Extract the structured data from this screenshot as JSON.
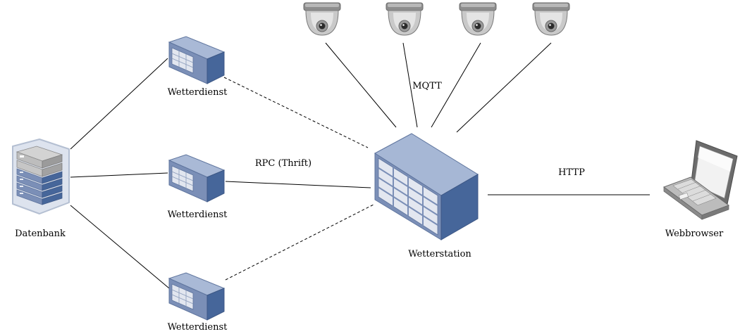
{
  "nodes": {
    "datenbank": {
      "label": "Datenbank"
    },
    "wetterdienst_top": {
      "label": "Wetterdienst"
    },
    "wetterdienst_mid": {
      "label": "Wetterdienst"
    },
    "wetterdienst_bottom": {
      "label": "Wetterdienst"
    },
    "wetterstation": {
      "label": "Wetterstation"
    },
    "webbrowser": {
      "label": "Webbrowser"
    }
  },
  "edge_labels": {
    "mqtt": "MQTT",
    "rpc": "RPC (Thrift)",
    "http": "HTTP"
  },
  "icons": {
    "database": "database-server-icon",
    "service": "server-box-icon",
    "station": "server-rack-icon",
    "camera": "dome-camera-icon",
    "browser": "laptop-icon"
  },
  "colors": {
    "blue_front": "#7b8fb7",
    "blue_side": "#48679a",
    "blue_top": "#a6b7d5",
    "line": "#000000"
  }
}
